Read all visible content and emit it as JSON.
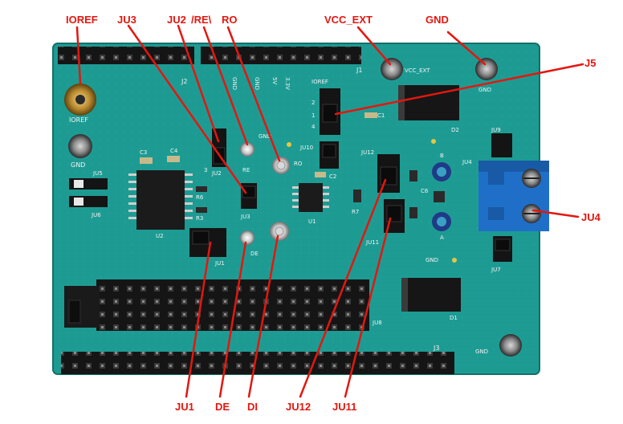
{
  "callouts": {
    "ioref": "IOREF",
    "ju3": "JU3",
    "ju2": "JU2",
    "re": "/RE\\",
    "ro": "RO",
    "vcc_ext": "VCC_EXT",
    "gnd": "GND",
    "j5": "J5",
    "ju4": "JU4",
    "ju1": "JU1",
    "de": "DE",
    "di": "DI",
    "ju12": "JU12",
    "ju11": "JU11"
  },
  "silkscreen": {
    "j2": "J2",
    "j1": "J1",
    "j3": "J3",
    "ioref": "IOREF",
    "gnd_left": "GND",
    "ju5": "JU5",
    "ju6": "JU6",
    "c3": "C3",
    "c4": "C4",
    "r6": "R6",
    "r3": "R3",
    "u2": "U2",
    "ju2": "JU2",
    "ju3": "JU3",
    "ju1": "JU1",
    "re": "RE",
    "ro": "RO",
    "gnd_mid": "GND",
    "u1": "U1",
    "c2": "C2",
    "r7": "R7",
    "de": "DE",
    "ju10": "JU10",
    "ju12": "JU12",
    "ju11": "JU11",
    "vcc_ext": "VCC_EXT",
    "gnd_right": "GND",
    "ioref_top": "IOREF",
    "c1": "C1",
    "d2": "D2",
    "ju9": "JU9",
    "ju4": "JU4",
    "c6": "C6",
    "b": "B",
    "a": "A",
    "gnd_lower": "GND",
    "ju7": "JU7",
    "d1": "D1",
    "ju8": "JU8",
    "gnd_bottom": "GND",
    "v33": "3.3V",
    "v5": "5V",
    "gnd_hdr1": "GND",
    "gnd_hdr2": "GND",
    "pin1": "1",
    "pin2": "2",
    "pin3": "3",
    "pin4": "4"
  },
  "colors": {
    "board": "#1d9b93",
    "callout_red": "#e3170f",
    "terminal_blue": "#1f6fc9",
    "header_black": "#1c1c1c"
  }
}
